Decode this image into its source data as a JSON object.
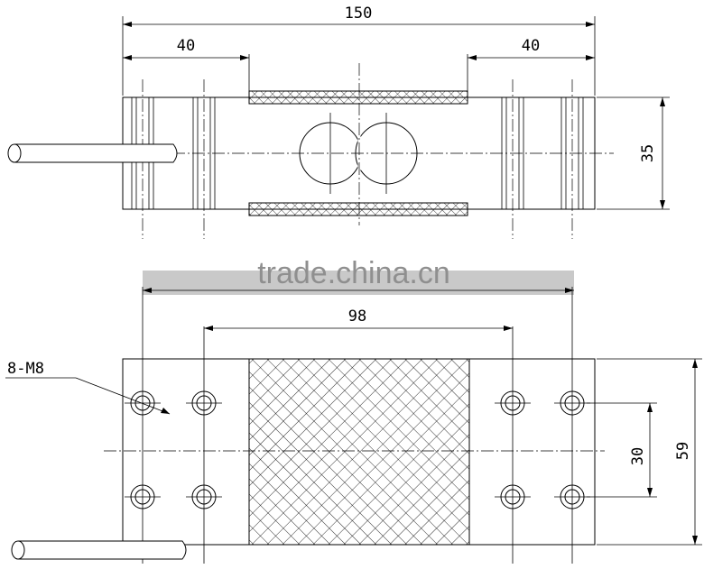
{
  "top_view": {
    "overall_length": "150",
    "left_offset": "40",
    "right_offset": "40",
    "height": "35"
  },
  "bottom_view": {
    "hole_spacing": "98",
    "hole_label": "8-M8",
    "hole_pitch": "30",
    "width": "59"
  },
  "watermark": "trade.china.cn"
}
